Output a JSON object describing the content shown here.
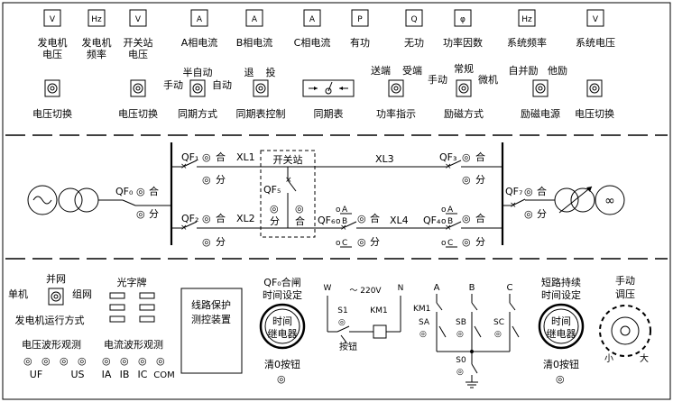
{
  "meters": [
    {
      "symbol": "V",
      "label": [
        "发电机",
        "电压"
      ]
    },
    {
      "symbol": "Hz",
      "label": [
        "发电机",
        "频率"
      ]
    },
    {
      "symbol": "V",
      "label": [
        "开关站",
        "电压"
      ]
    },
    {
      "symbol": "A",
      "label": [
        "A相电流"
      ]
    },
    {
      "symbol": "A",
      "label": [
        "B相电流"
      ]
    },
    {
      "symbol": "A",
      "label": [
        "C相电流"
      ]
    },
    {
      "symbol": "P",
      "label": [
        "有功"
      ]
    },
    {
      "symbol": "Q",
      "label": [
        "无功"
      ]
    },
    {
      "symbol": "φ",
      "label": [
        "功率因数"
      ]
    },
    {
      "symbol": "Hz",
      "label": [
        "系统频率"
      ]
    },
    {
      "symbol": "V",
      "label": [
        "系统电压"
      ]
    }
  ],
  "switches": [
    {
      "label": "电压切换"
    },
    {
      "label": "电压切换"
    },
    {
      "label": "同期方式",
      "options": [
        "手动",
        "半自动",
        "自动"
      ]
    },
    {
      "label": "同期表控制",
      "options": [
        "退",
        "投"
      ]
    },
    {
      "label": "同期表"
    },
    {
      "label": "功率指示",
      "options": [
        "送端",
        "受端"
      ]
    },
    {
      "label": "励磁方式",
      "options": [
        "手动",
        "常规",
        "微机"
      ]
    },
    {
      "label": "励磁电源",
      "options": [
        "自并励",
        "他励"
      ]
    },
    {
      "label": "电压切换"
    }
  ],
  "mimic": {
    "qf0": "QF₀",
    "qf1": "QF₁",
    "qf2": "QF₂",
    "qf3": "QF₃",
    "qf4": "QF₄",
    "qf5": "QF₅",
    "qf6": "QF₆",
    "qf7": "QF₇",
    "xl1": "XL1",
    "xl2": "XL2",
    "xl3": "XL3",
    "xl4": "XL4",
    "station": "开关站",
    "close": "合",
    "open": "分",
    "lamp_symbol": "◎",
    "oa": "A",
    "ob": "B",
    "oc": "C"
  },
  "bottom": {
    "grid_single": "单机",
    "grid_connect": "并网",
    "grid_group": "组网",
    "gen_mode": "发电机运行方式",
    "light_panel": "光字牌",
    "protect": [
      "线路保护",
      "测控装置"
    ],
    "vwave": "电压波形观测",
    "iwave": "电流波形观测",
    "uf": "UF",
    "us": "US",
    "ia": "IA",
    "ib": "IB",
    "ic": "IC",
    "com": "COM",
    "qf0_timer": [
      "QF₀合闸",
      "时间设定"
    ],
    "relay": [
      "时间",
      "继电器"
    ],
    "reset": "清0按钮",
    "w": "W",
    "ac": "～ 220V",
    "n": "N",
    "s1": "S1",
    "km1": "KM1",
    "button": "按钮",
    "pa": "A",
    "pb": "B",
    "pc": "C",
    "km1b": "KM1",
    "sa": "SA",
    "sb": "SB",
    "sc": "SC",
    "s0": "S0",
    "fault_timer": [
      "短路持续",
      "时间设定"
    ],
    "manual_reg": [
      "手动",
      "调压"
    ],
    "small": "小",
    "large": "大"
  }
}
